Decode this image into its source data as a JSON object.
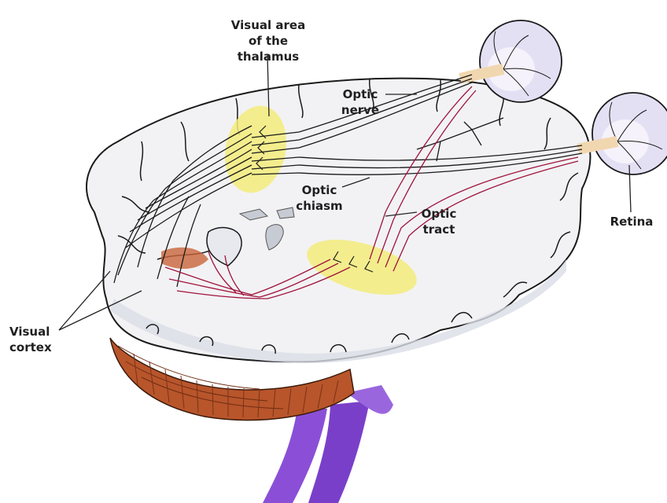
{
  "labels": {
    "thalamus": {
      "line1": "Visual area",
      "line2": "of the thalamus"
    },
    "optic_nerve": {
      "line1": "Optic",
      "line2": "nerve"
    },
    "optic_chiasm": {
      "line1": "Optic",
      "line2": "chiasm"
    },
    "optic_tract": {
      "line1": "Optic",
      "line2": "tract"
    },
    "retina": {
      "line1": "Retina"
    },
    "visual_cortex": {
      "line1": "Visual",
      "line2": "cortex"
    }
  },
  "colors": {
    "brain_fill": "#f2f2f4",
    "brain_shade": "#d9dde6",
    "brain_outline": "#1a1a1a",
    "thalamus_highlight": "#f3ec7a",
    "cerebellum": "#b8552b",
    "brainstem": "#8a4fd6",
    "eyeball": "#e4e0f4",
    "pathway_red": "#a0143c",
    "leader_line": "#222222"
  }
}
